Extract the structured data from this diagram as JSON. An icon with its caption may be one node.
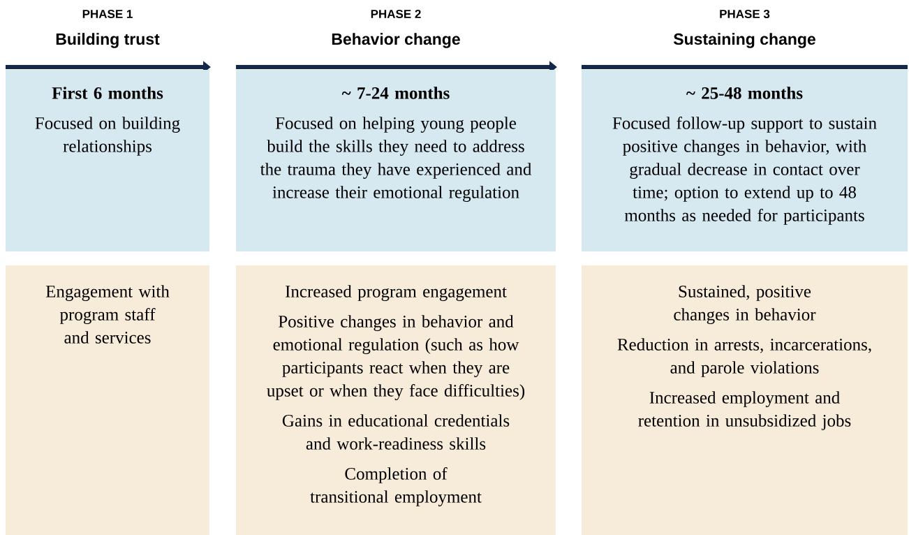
{
  "diagram": {
    "nodes": [
      {
        "text": [
          "First 6 months",
          "Focused on building relationships"
        ],
        "beside": [
          "PHASE 1",
          "Building trust"
        ]
      },
      {
        "text": [
          "~ 7-24 months",
          "Focused on helping young people build the skills they need to address the trauma they have experienced and increase their emotional regulation"
        ],
        "beside": [
          "PHASE 2",
          "Behavior change"
        ]
      },
      {
        "text": [
          "~ 25-48 months",
          "Focused follow-up support to sustain positive changes in behavior, with gradual decrease in contact over time; option to extend up to 48 months as needed for participants"
        ],
        "beside": [
          "PHASE 3",
          "Sustaining change"
        ]
      },
      {
        "text": [
          "Engagement with program staff and services"
        ]
      },
      {
        "text": [
          "Increased program engagement",
          "Positive changes in behavior and emotional regulation (such as how participants react when they are upset or when they face difficulties)",
          "Gains in educational credentials and work-readiness skills",
          "Completion of transitional employment"
        ]
      },
      {
        "text": [
          "Sustained, positive changes in behavior",
          "Reduction in arrests, incarcerations, and parole violations",
          "Increased employment and retention in unsubsidized jobs"
        ]
      }
    ]
  }
}
